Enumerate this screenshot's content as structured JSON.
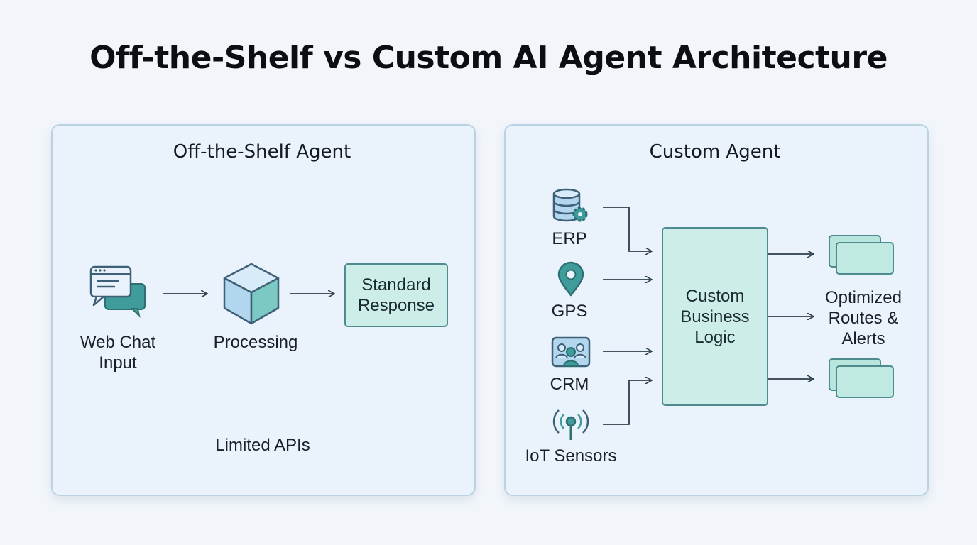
{
  "title": "Off-the-Shelf vs Custom AI Agent Architecture",
  "left_panel": {
    "title": "Off-the-Shelf Agent",
    "input_label": "Web Chat\nInput",
    "processing_label": "Processing",
    "response_label": "Standard\nResponse",
    "footer": "Limited APIs"
  },
  "right_panel": {
    "title": "Custom Agent",
    "sources": [
      "ERP",
      "GPS",
      "CRM",
      "IoT Sensors"
    ],
    "logic_label": "Custom\nBusiness\nLogic",
    "output_label": "Optimized\nRoutes &\nAlerts"
  },
  "colors": {
    "accent_teal": "#3f9c9a",
    "box_fill": "#cdeee8",
    "box_border": "#4e8b8f",
    "panel_fill": "#eaf3fb",
    "panel_border": "#b9d3e3"
  },
  "icons": {
    "input": "chat-bubbles-icon",
    "processing": "cube-icon",
    "erp": "database-gear-icon",
    "gps": "map-pin-icon",
    "crm": "team-screen-icon",
    "iot": "antenna-signal-icon",
    "outputs": "stacked-cards-icon"
  }
}
